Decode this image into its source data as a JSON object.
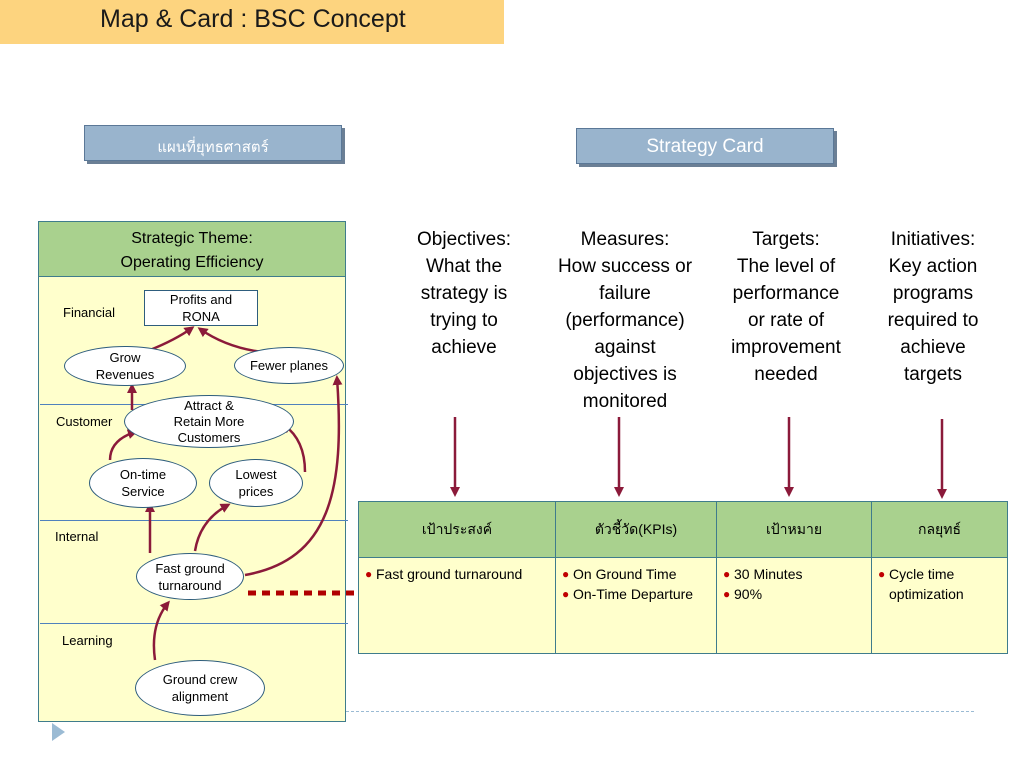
{
  "slide": {
    "title": "Map & Card : BSC Concept",
    "map_label": "แผนที่ยุทธศาสตร์",
    "card_label": "Strategy Card"
  },
  "map": {
    "theme": "Strategic Theme:",
    "theme_name": "Operating Efficiency",
    "sections": [
      "Financial",
      "Customer",
      "Internal",
      "Learning"
    ],
    "nodes": {
      "profits": "Profits and\nRONA",
      "grow": "Grow\nRevenues",
      "fewer": "Fewer planes",
      "attract": "Attract &\nRetain More\nCustomers",
      "ontime": "On-time\nService",
      "lowest": "Lowest\nprices",
      "fast": "Fast ground\nturnaround",
      "ground": "Ground crew\nalignment"
    },
    "colors": {
      "arrow": "#8b1a3a",
      "dashed_arrow": "#b00000"
    }
  },
  "card": {
    "columns": [
      {
        "heading": "Objectives:\nWhat the\nstrategy is\ntrying to\nachieve",
        "header": "เป้าประสงค์",
        "items": [
          "Fast ground turnaround"
        ]
      },
      {
        "heading": "Measures:\nHow success or\nfailure\n(performance)\nagainst\nobjectives is\nmonitored",
        "header": "ตัวชี้วัด(KPIs)",
        "items": [
          "On Ground Time",
          "On-Time Departure"
        ]
      },
      {
        "heading": "Targets:\nThe level of\nperformance\nor rate of\nimprovement\nneeded",
        "header": "เป้าหมาย",
        "items": [
          "30 Minutes",
          "90%"
        ]
      },
      {
        "heading": "Initiatives:\nKey action\nprograms\nrequired to\nachieve\ntargets",
        "header": "กลยุทธ์",
        "items": [
          "Cycle time optimization"
        ]
      }
    ]
  }
}
